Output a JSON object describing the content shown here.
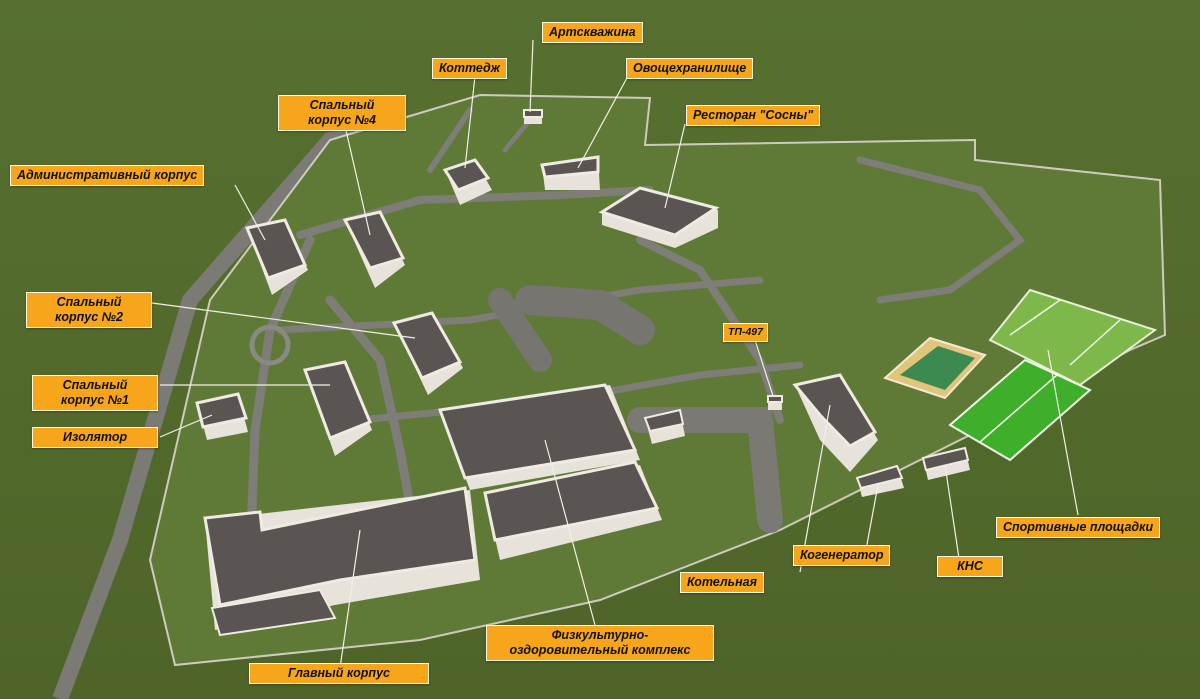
{
  "labels": {
    "artskvazhina": "Артскважина",
    "kottedzh": "Коттедж",
    "ovoshchekhranilishche": "Овощехранилище",
    "restoran": "Ресторан \"Сосны\"",
    "spalny4_line1": "Спальный",
    "spalny4_line2": "корпус №4",
    "admin": "Административный корпус",
    "spalny2_line1": "Спальный",
    "spalny2_line2": "корпус №2",
    "tp497": "ТП-497",
    "spalny1_line1": "Спальный",
    "spalny1_line2": "корпус №1",
    "izolyator": "Изолятор",
    "sport": "Спортивные площадки",
    "kogenerator": "Когенератор",
    "kotelnaya": "Котельная",
    "kns": "КНС",
    "fizkult_line1": "Физкультурно-",
    "fizkult_line2": "оздоровительный комплекс",
    "glavny": "Главный корпус"
  },
  "colors": {
    "ground": "#556b30",
    "lawn": "#5f7a36",
    "road": "#7e7d78",
    "roof": "#5a5453",
    "wall": "#e8e3da",
    "label_bg": "#f7a51a",
    "tennis": "#7fb84a",
    "football": "#3fae2a",
    "basketball": "#e0c57c"
  }
}
